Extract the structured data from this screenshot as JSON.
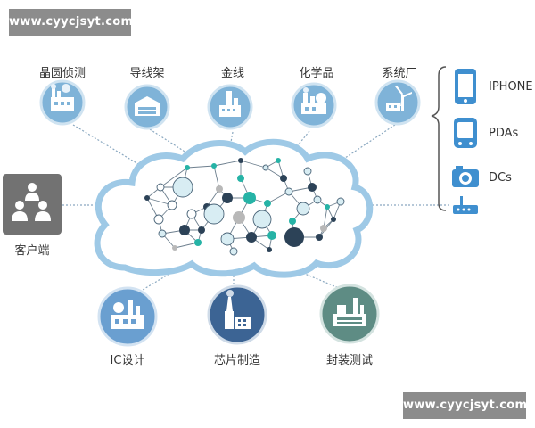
{
  "watermark": {
    "top": "www.cyycjsyt.com",
    "bottom": "www.cyycjsyt.com"
  },
  "top_nodes": [
    {
      "label": "晶圆侦测",
      "icon": "factory-icon"
    },
    {
      "label": "导线架",
      "icon": "warehouse-icon"
    },
    {
      "label": "金线",
      "icon": "plant-icon"
    },
    {
      "label": "化学品",
      "icon": "chemical-plant-icon"
    },
    {
      "label": "系统厂",
      "icon": "wind-turbine-icon"
    }
  ],
  "devices": [
    {
      "label": "IPHONE",
      "icon": "phone-icon"
    },
    {
      "label": "PDAs",
      "icon": "pda-icon"
    },
    {
      "label": "DCs",
      "icon": "camera-icon"
    },
    {
      "label": "",
      "icon": "router-icon"
    }
  ],
  "client": {
    "label": "客户端",
    "icon": "users-icon"
  },
  "bottom_nodes": [
    {
      "label": "IC设计",
      "icon": "ic-factory-icon"
    },
    {
      "label": "芯片制造",
      "icon": "chip-plant-icon"
    },
    {
      "label": "封装测试",
      "icon": "packaging-plant-icon"
    }
  ],
  "colors": {
    "top_circle": "#7fb3d8",
    "cloud_stroke": "#9ec9e6",
    "device_blue": "#3f8fcf",
    "client_gray": "#727272",
    "bottom_ic": "#6a9fd0",
    "bottom_chip": "#3c6494",
    "bottom_pack": "#5e8c84",
    "node_teal": "#26b3a6",
    "node_navy": "#2c4257",
    "node_light": "#d8edf3",
    "node_gray": "#b8b8b8"
  }
}
